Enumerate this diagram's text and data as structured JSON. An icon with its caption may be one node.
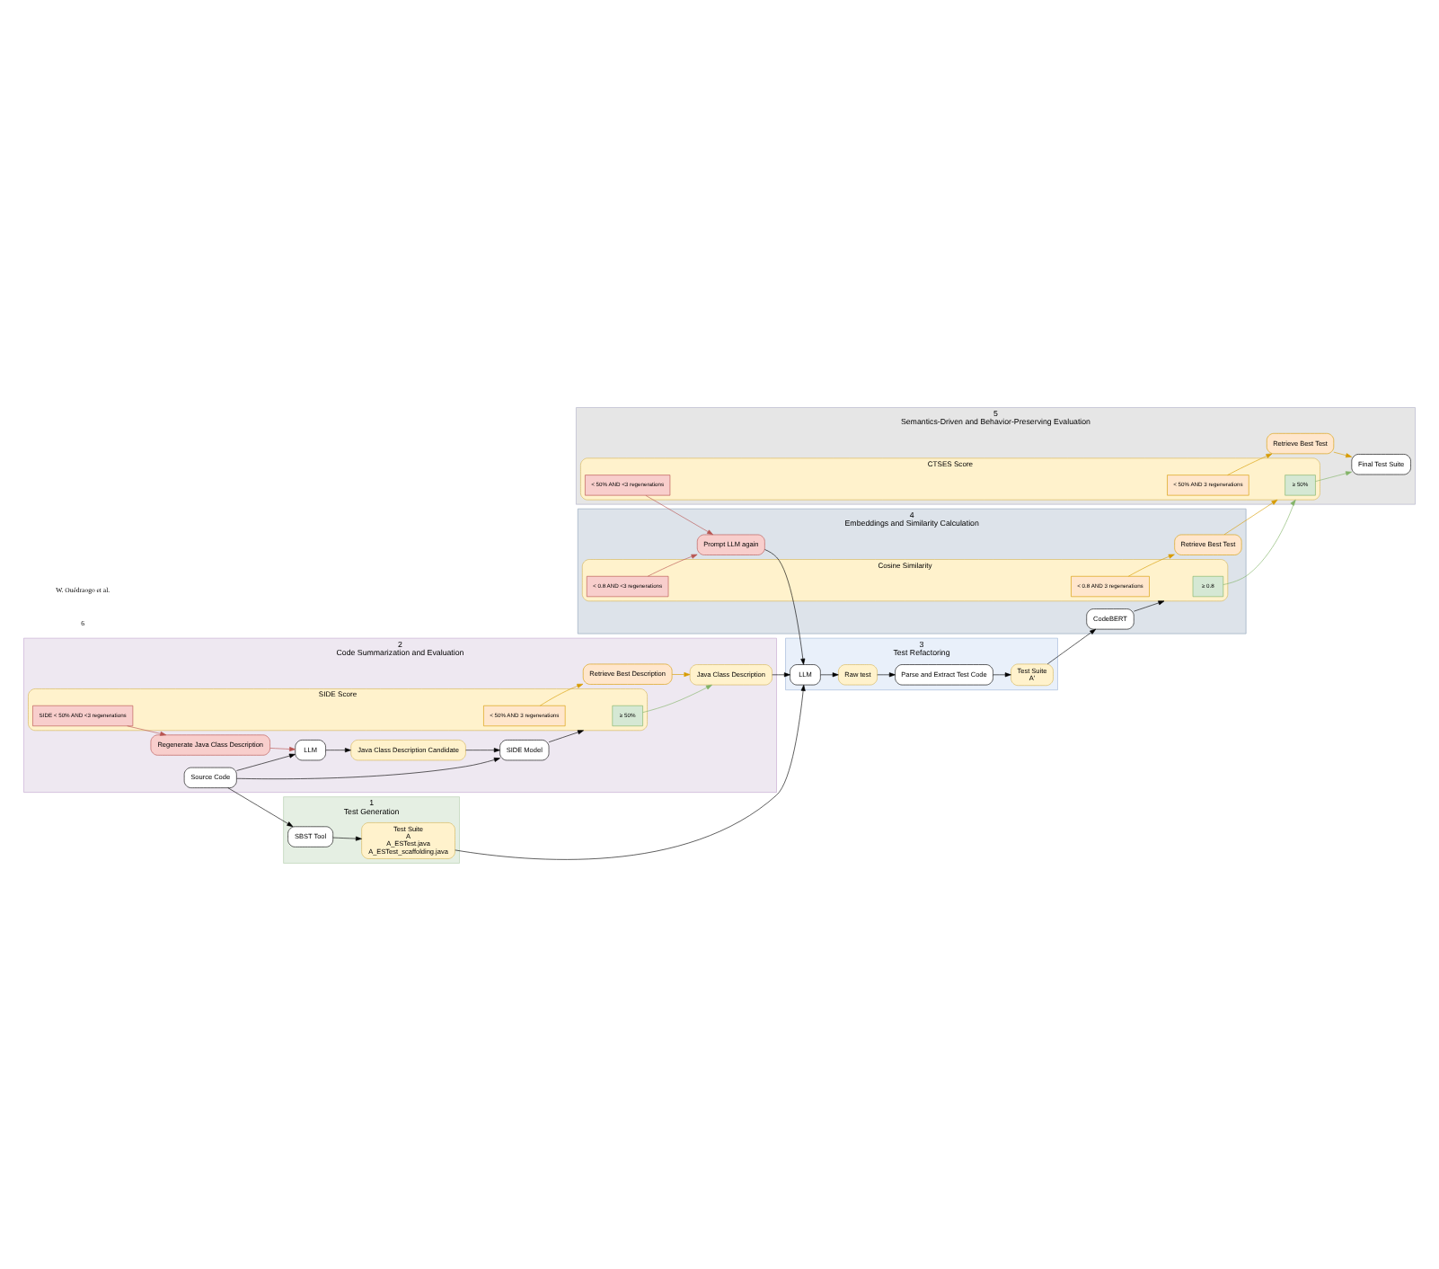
{
  "diagram": {
    "nodes": [
      {
        "text": [
          "2",
          "Code Summarization and Evaluation"
        ]
      },
      {
        "text": [
          "Source Code"
        ],
        "in": 0
      },
      {
        "text": [
          "LLM"
        ],
        "in": 0
      },
      {
        "text": [
          "Java Class Description Candidate"
        ],
        "in": 0
      },
      {
        "text": [
          "SIDE Model"
        ],
        "in": 0
      },
      {
        "text": [
          "SIDE Score"
        ],
        "in": 0
      },
      {
        "text": [
          "≥ 50%"
        ],
        "in": 5
      },
      {
        "text": [
          "< 50% AND 3 regenerations"
        ],
        "in": 5
      },
      {
        "text": [
          "SIDE < 50% AND <3 regenerations"
        ],
        "in": 5
      },
      {
        "text": [
          "Regenerate Java Class Description"
        ],
        "in": 0
      },
      {
        "text": [
          "Java Class Description"
        ],
        "in": 0
      },
      {
        "text": [
          "Retrieve Best Description"
        ],
        "in": 0
      },
      {
        "text": [
          "1",
          "Test Generation"
        ]
      },
      {
        "text": [
          "SBST Tool"
        ],
        "in": 12
      },
      {
        "text": [
          "Test Suite",
          "A",
          "A_ESTest.java",
          "A_ESTest_scaffolding.java"
        ],
        "in": 12
      },
      {
        "text": [
          "3",
          "Test Refactoring"
        ]
      },
      {
        "text": [
          "LLM"
        ],
        "in": 15
      },
      {
        "text": [
          "Raw test"
        ],
        "in": 15
      },
      {
        "text": [
          "Parse and Extract Test Code"
        ],
        "in": 15
      },
      {
        "text": [
          "Test Suite",
          "A'"
        ],
        "in": 15
      },
      {
        "text": [
          "4",
          "Embeddings and Similarity Calculation"
        ]
      },
      {
        "text": [
          "Prompt LLM again"
        ],
        "in": 20
      },
      {
        "text": [
          "Cosine Similarity"
        ],
        "in": 20
      },
      {
        "text": [
          "≥ 0.8"
        ],
        "in": 22
      },
      {
        "text": [
          "< 0.8 AND 3 regenerations"
        ],
        "in": 22
      },
      {
        "text": [
          "< 0.8 AND <3 regenerations"
        ],
        "in": 22
      },
      {
        "text": [
          "CodeBERT"
        ],
        "in": 20
      },
      {
        "text": [
          "Retrieve Best Test"
        ],
        "in": 20
      },
      {
        "text": [
          "5",
          "Semantics-Driven and Behavior-Preserving Evaluation"
        ]
      },
      {
        "text": [
          "CTSES Score"
        ],
        "in": 28
      },
      {
        "text": [
          "≥ 50%"
        ],
        "in": 29
      },
      {
        "text": [
          "< 50% AND 3 regenerations"
        ],
        "in": 29
      },
      {
        "text": [
          "< 50% AND <3 regenerations"
        ],
        "in": 29
      },
      {
        "text": [
          "Retrieve Best Test"
        ],
        "in": 28
      },
      {
        "text": [
          "Final Test Suite"
        ],
        "in": 28
      }
    ],
    "edges": [
      {
        "from": 1,
        "to": 2,
        "arrow": "to"
      },
      {
        "from": 2,
        "to": 3,
        "arrow": "to"
      },
      {
        "from": 3,
        "to": 4,
        "arrow": "to"
      },
      {
        "from": 1,
        "to": 4,
        "arrow": "to"
      },
      {
        "from": 4,
        "to": 5,
        "arrow": "to"
      },
      {
        "from": 8,
        "to": 9,
        "arrow": "to",
        "color": "#b85450"
      },
      {
        "from": 9,
        "to": 2,
        "arrow": "to",
        "color": "#b85450"
      },
      {
        "from": 6,
        "to": 10,
        "arrow": "to",
        "color": "#82b366"
      },
      {
        "from": 7,
        "to": 11,
        "arrow": "to",
        "color": "#d79b00"
      },
      {
        "from": 11,
        "to": 10,
        "arrow": "to",
        "color": "#d79b00"
      },
      {
        "from": 1,
        "to": 13,
        "arrow": "to"
      },
      {
        "from": 13,
        "to": 14,
        "arrow": "to"
      },
      {
        "from": 14,
        "to": 16,
        "arrow": "to"
      },
      {
        "from": 10,
        "to": 16,
        "arrow": "to"
      },
      {
        "from": 16,
        "to": 17,
        "arrow": "to"
      },
      {
        "from": 17,
        "to": 18,
        "arrow": "to"
      },
      {
        "from": 18,
        "to": 19,
        "arrow": "to"
      },
      {
        "from": 19,
        "to": 26,
        "arrow": "to"
      },
      {
        "from": 26,
        "to": 22,
        "arrow": "to"
      },
      {
        "from": 25,
        "to": 21,
        "arrow": "to",
        "color": "#b85450"
      },
      {
        "from": 21,
        "to": 16,
        "arrow": "to"
      },
      {
        "from": 23,
        "to": 29,
        "arrow": "to",
        "color": "#82b366"
      },
      {
        "from": 24,
        "to": 27,
        "arrow": "to",
        "color": "#d79b00"
      },
      {
        "from": 27,
        "to": 29,
        "arrow": "to",
        "color": "#d79b00"
      },
      {
        "from": 32,
        "to": 21,
        "arrow": "to",
        "color": "#b85450"
      },
      {
        "from": 30,
        "to": 34,
        "arrow": "to",
        "color": "#82b366"
      },
      {
        "from": 31,
        "to": 33,
        "arrow": "to",
        "color": "#d79b00"
      },
      {
        "from": 33,
        "to": 34,
        "arrow": "to",
        "color": "#d79b00"
      }
    ],
    "labels": [
      "6",
      "W. Ouédraogo et al."
    ]
  }
}
